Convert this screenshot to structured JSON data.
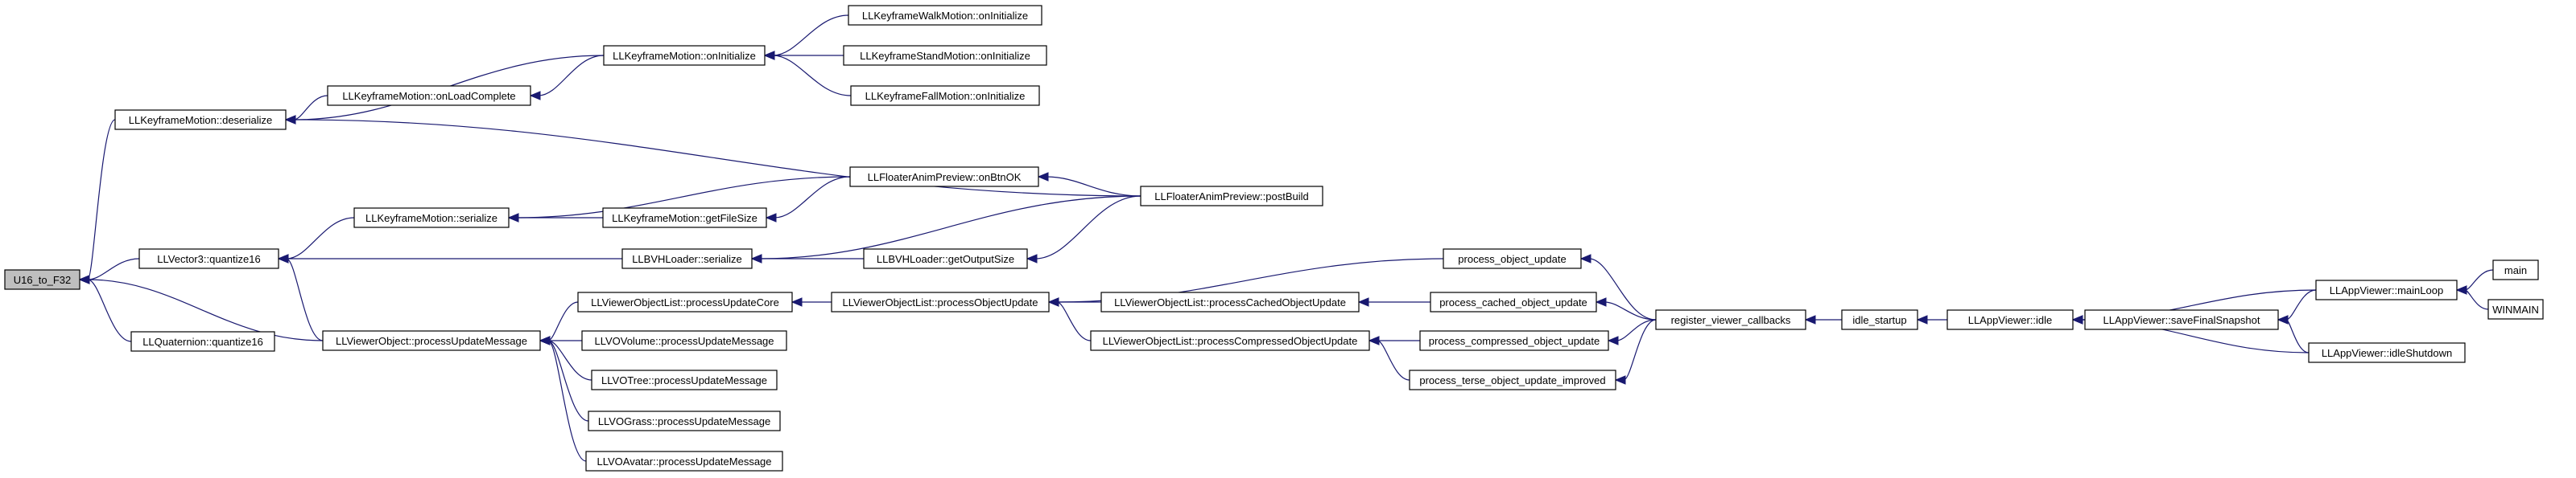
{
  "diagram": {
    "title": "",
    "colors": {
      "edge": "#191970",
      "node_border": "#000000",
      "root_fill": "#bfbfbf",
      "node_fill": "#ffffff"
    },
    "nodes": {
      "u16_to_f32": "U16_to_F32",
      "kf_deserialize": "LLKeyframeMotion::deserialize",
      "vec3_quantize16": "LLVector3::quantize16",
      "quat_quantize16": "LLQuaternion::quantize16",
      "kf_onloadcomplete": "LLKeyframeMotion::onLoadComplete",
      "kf_oninitialize": "LLKeyframeMotion::onInitialize",
      "kf_walk_oninit": "LLKeyframeWalkMotion::onInitialize",
      "kf_stand_oninit": "LLKeyframeStandMotion::onInitialize",
      "kf_fall_oninit": "LLKeyframeFallMotion::onInitialize",
      "kf_serialize": "LLKeyframeMotion::serialize",
      "kf_getfilesize": "LLKeyframeMotion::getFileSize",
      "fap_onbtnok": "LLFloaterAnimPreview::onBtnOK",
      "fap_postbuild": "LLFloaterAnimPreview::postBuild",
      "bvh_serialize": "LLBVHLoader::serialize",
      "bvh_getoutputsize": "LLBVHLoader::getOutputSize",
      "vo_processupdatemessage": "LLViewerObject::processUpdateMessage",
      "vol_processupdatecore": "LLViewerObjectList::processUpdateCore",
      "lvovolume_pum": "LLVOVolume::processUpdateMessage",
      "lvotree_pum": "LLVOTree::processUpdateMessage",
      "lvograss_pum": "LLVOGrass::processUpdateMessage",
      "lvoavatar_pum": "LLVOAvatar::processUpdateMessage",
      "vol_processobjectupdate": "LLViewerObjectList::processObjectUpdate",
      "vol_processcachedobjectupdate": "LLViewerObjectList::processCachedObjectUpdate",
      "vol_processcompressedobjectupdate": "LLViewerObjectList::processCompressedObjectUpdate",
      "process_object_update": "process_object_update",
      "process_cached_object_update": "process_cached_object_update",
      "process_compressed_object_update": "process_compressed_object_update",
      "process_terse_object_update_improved": "process_terse_object_update_improved",
      "register_viewer_callbacks": "register_viewer_callbacks",
      "idle_startup": "idle_startup",
      "appviewer_idle": "LLAppViewer::idle",
      "appviewer_savefinalsnapshot": "LLAppViewer::saveFinalSnapshot",
      "appviewer_mainloop": "LLAppViewer::mainLoop",
      "appviewer_idleshutdown": "LLAppViewer::idleShutdown",
      "main": "main",
      "winmain": "WINMAIN"
    },
    "edges": [
      [
        "kf_deserialize",
        "u16_to_f32"
      ],
      [
        "vec3_quantize16",
        "u16_to_f32"
      ],
      [
        "quat_quantize16",
        "u16_to_f32"
      ],
      [
        "vo_processupdatemessage",
        "u16_to_f32"
      ],
      [
        "kf_onloadcomplete",
        "kf_deserialize"
      ],
      [
        "kf_oninitialize",
        "kf_deserialize"
      ],
      [
        "fap_postbuild",
        "kf_deserialize"
      ],
      [
        "kf_oninitialize",
        "kf_onloadcomplete"
      ],
      [
        "kf_walk_oninit",
        "kf_oninitialize"
      ],
      [
        "kf_stand_oninit",
        "kf_oninitialize"
      ],
      [
        "kf_fall_oninit",
        "kf_oninitialize"
      ],
      [
        "kf_serialize",
        "vec3_quantize16"
      ],
      [
        "bvh_serialize",
        "vec3_quantize16"
      ],
      [
        "vo_processupdatemessage",
        "vec3_quantize16"
      ],
      [
        "kf_getfilesize",
        "kf_serialize"
      ],
      [
        "fap_onbtnok",
        "kf_serialize"
      ],
      [
        "fap_onbtnok",
        "kf_getfilesize"
      ],
      [
        "fap_postbuild",
        "fap_onbtnok"
      ],
      [
        "bvh_getoutputsize",
        "bvh_serialize"
      ],
      [
        "fap_postbuild",
        "bvh_serialize"
      ],
      [
        "fap_postbuild",
        "bvh_getoutputsize"
      ],
      [
        "vol_processupdatecore",
        "vo_processupdatemessage"
      ],
      [
        "lvovolume_pum",
        "vo_processupdatemessage"
      ],
      [
        "lvotree_pum",
        "vo_processupdatemessage"
      ],
      [
        "lvograss_pum",
        "vo_processupdatemessage"
      ],
      [
        "lvoavatar_pum",
        "vo_processupdatemessage"
      ],
      [
        "vol_processobjectupdate",
        "vol_processupdatecore"
      ],
      [
        "vol_processcachedobjectupdate",
        "vol_processobjectupdate"
      ],
      [
        "vol_processcompressedobjectupdate",
        "vol_processobjectupdate"
      ],
      [
        "process_object_update",
        "vol_processobjectupdate"
      ],
      [
        "process_cached_object_update",
        "vol_processcachedobjectupdate"
      ],
      [
        "process_compressed_object_update",
        "vol_processcompressedobjectupdate"
      ],
      [
        "process_terse_object_update_improved",
        "vol_processcompressedobjectupdate"
      ],
      [
        "register_viewer_callbacks",
        "process_object_update"
      ],
      [
        "register_viewer_callbacks",
        "process_cached_object_update"
      ],
      [
        "register_viewer_callbacks",
        "process_compressed_object_update"
      ],
      [
        "register_viewer_callbacks",
        "process_terse_object_update_improved"
      ],
      [
        "idle_startup",
        "register_viewer_callbacks"
      ],
      [
        "appviewer_idle",
        "idle_startup"
      ],
      [
        "appviewer_savefinalsnapshot",
        "appviewer_idle"
      ],
      [
        "appviewer_mainloop",
        "appviewer_idle"
      ],
      [
        "appviewer_idleshutdown",
        "appviewer_idle"
      ],
      [
        "appviewer_mainloop",
        "appviewer_savefinalsnapshot"
      ],
      [
        "appviewer_idleshutdown",
        "appviewer_savefinalsnapshot"
      ],
      [
        "main",
        "appviewer_mainloop"
      ],
      [
        "winmain",
        "appviewer_mainloop"
      ]
    ]
  }
}
